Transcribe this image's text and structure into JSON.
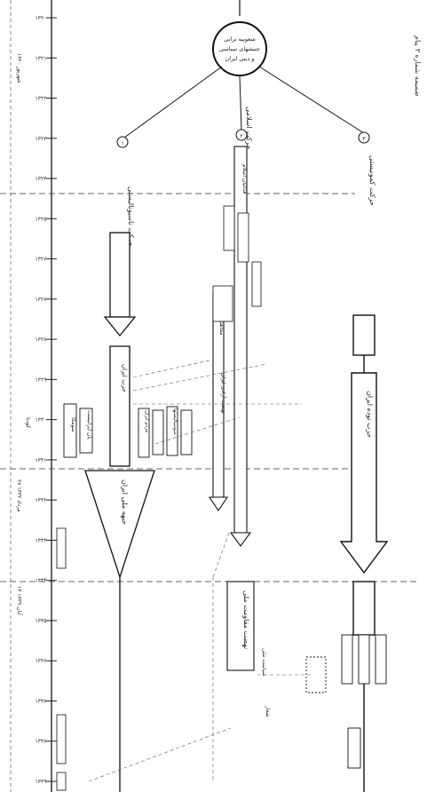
{
  "caption": "ضمیمه شماره ۳ پیام",
  "root_node": {
    "lines": [
      "شعوبیه ترانی",
      "جنبشهای سیاسی",
      "و دینی ایران"
    ]
  },
  "branches": [
    {
      "num": "۱",
      "title": "حرکت ناسیونالیستی"
    },
    {
      "num": "۲",
      "title": "حرکت اسلامی"
    },
    {
      "num": "۳",
      "title": "حرکت کمونیستی"
    }
  ],
  "parties": {
    "iran": "حزب ایران",
    "tudeh": "حزب توده ایران",
    "national_front": "جبهه ملی ایران",
    "national_resistance": "نهضت مقاومت ملی",
    "freedom_movement": "نهضت آزادی ایران",
    "sumka": "سومکا",
    "mardom": "مردم ایران",
    "ejtemaiyun": "سوسیالیستها",
    "pan_iranist": "پان ایرانیست",
    "fadaiyan": "فدائیان اسلام",
    "mojahedin": "مجاهدین اسلام"
  },
  "timeline": {
    "years": [
      "۱۳۲۰",
      "۱۳۲۱",
      "۱۳۲۲",
      "۱۳۲۳",
      "۱۳۲۴",
      "۱۳۲۵",
      "۱۳۲۶",
      "۱۳۲۷",
      "۱۳۲۸",
      "۱۳۲۹",
      "۱۳۳۰",
      "۱۳۳۱",
      "۱۳۳۲",
      "۱۳۳۳",
      "۱۳۳۴",
      "۱۳۳۵",
      "۱۳۳۶",
      "۱۳۳۷",
      "۱۳۳۸",
      "۱۳۳۹"
    ]
  },
  "events": [
    "۱۳۲۰ شهریور",
    "۲۸ مرداد ۱۳۳۲",
    "۱۳ آبان ۱۳۳۹",
    "کودتا"
  ],
  "notes": [
    "شعار",
    "سیاست ملی"
  ]
}
